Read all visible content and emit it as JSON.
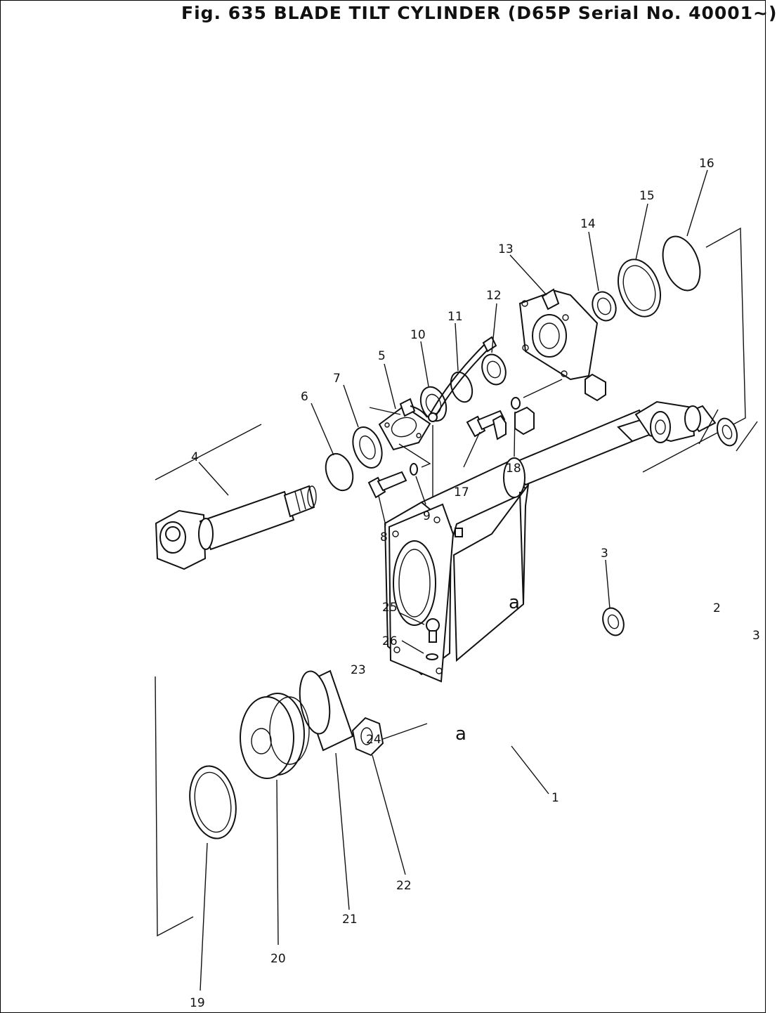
{
  "title": "Fig. 635  BLADE TILT CYLINDER (D65P Serial No. 40001~)",
  "callouts": {
    "p1": "1",
    "p2": "2",
    "p3a": "3",
    "p3b": "3",
    "p4": "4",
    "p5": "5",
    "p6": "6",
    "p7": "7",
    "p8": "8",
    "p9": "9",
    "p10": "10",
    "p11": "11",
    "p12": "12",
    "p13": "13",
    "p14": "14",
    "p15": "15",
    "p16": "16",
    "p17": "17",
    "p18": "18",
    "p19": "19",
    "p20": "20",
    "p21": "21",
    "p22": "22",
    "p23": "23",
    "p24": "24",
    "p25": "25",
    "p26": "26",
    "a1": "a",
    "a2": "a"
  }
}
